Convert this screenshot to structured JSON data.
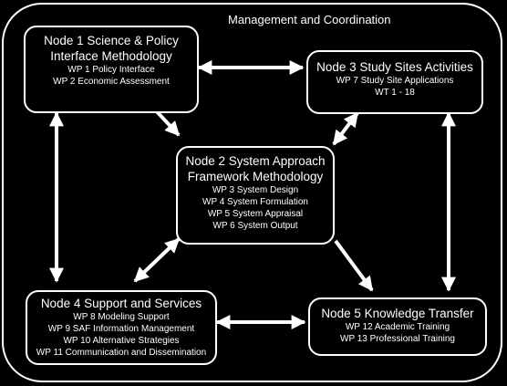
{
  "outer": {
    "title": "Management and Coordination"
  },
  "nodes": {
    "node1": {
      "title_lines": [
        "Node 1  Science & Policy",
        "Interface Methodology"
      ],
      "items": [
        "WP 1 Policy Interface",
        "WP 2 Economic Assessment"
      ]
    },
    "node2": {
      "title_lines": [
        "Node 2  System Approach",
        "Framework Methodology"
      ],
      "items": [
        "WP 3 System Design",
        "WP 4 System Formulation",
        "WP 5 System Appraisal",
        "WP 6 System Output"
      ]
    },
    "node3": {
      "title_lines": [
        "Node 3  Study Sites Activities"
      ],
      "items": [
        "WP 7 Study Site Applications",
        "WT 1 - 18"
      ]
    },
    "node4": {
      "title_lines": [
        "Node 4  Support and Services"
      ],
      "items": [
        "WP 8 Modeling Support",
        "WP 9 SAF Information Management",
        "WP 10 Alternative Strategies",
        "WP 11 Communication and Dissemination"
      ]
    },
    "node5": {
      "title_lines": [
        "Node 5  Knowledge Transfer"
      ],
      "items": [
        "WP 12 Academic Training",
        "WP 13 Professional Training"
      ]
    }
  },
  "colors": {
    "background": "#000000",
    "foreground": "#ffffff"
  }
}
